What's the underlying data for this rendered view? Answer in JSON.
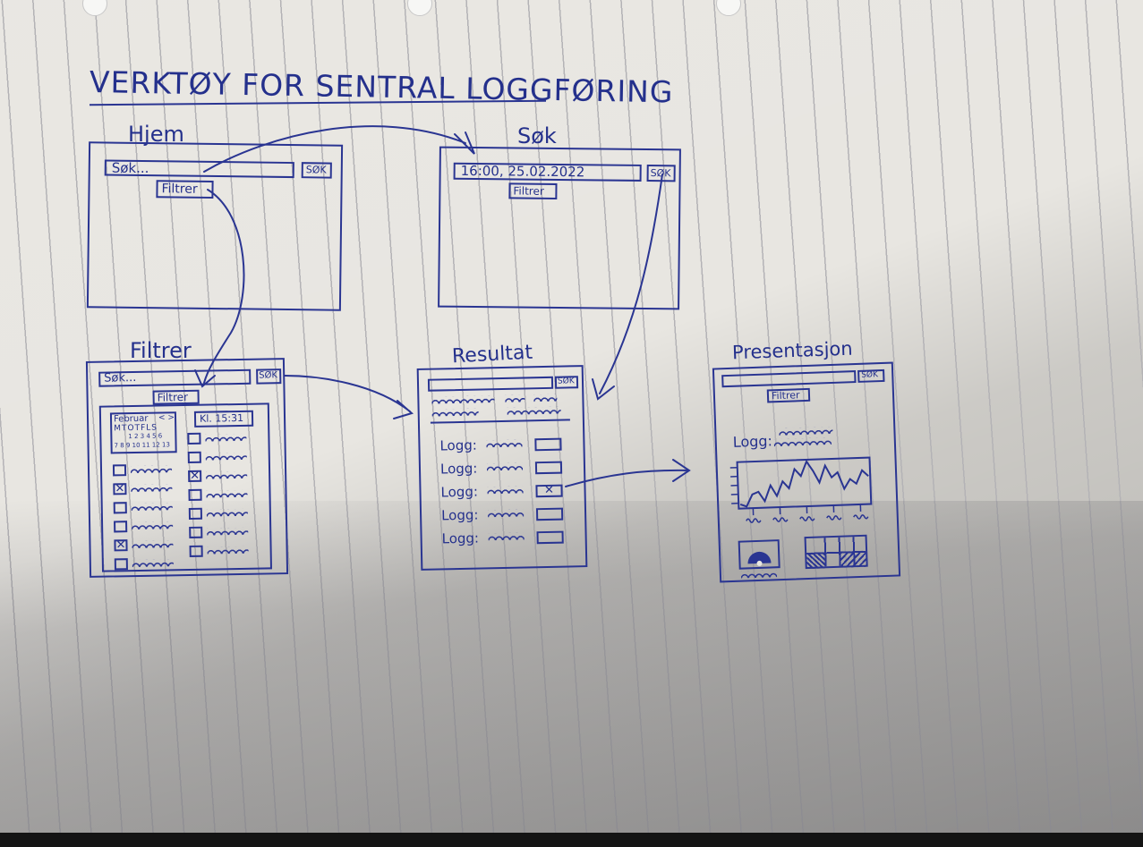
{
  "title": "VERKTØY FOR SENTRAL LOGGFØRING",
  "ink_color": "#24308c",
  "paper_color": "#e8e6e1",
  "screens": {
    "hjem": {
      "label": "Hjem",
      "search_placeholder": "Søk...",
      "search_button": "SØK",
      "filter_button": "Filtrer"
    },
    "sok": {
      "label": "Søk",
      "search_value": "16:00, 25.02.2022",
      "search_button": "SØK",
      "filter_button": "Filtrer"
    },
    "filtrer": {
      "label": "Filtrer",
      "search_placeholder": "Søk...",
      "search_button": "SØK",
      "filter_button": "Filtrer",
      "calendar": {
        "month": "Februar",
        "nav": "< >",
        "weekdays": "MTOTFLS",
        "row1": "1 2 3 4 5 6",
        "row2": "7 8 9 10 11 12 13"
      },
      "time_value": "Kl. 15:31",
      "left_checks": [
        false,
        true,
        false,
        false,
        true,
        false
      ],
      "right_checks": [
        false,
        false,
        true,
        false,
        false,
        false,
        false
      ]
    },
    "resultat": {
      "label": "Resultat",
      "search_button": "SØK",
      "log_label": "Logg:",
      "log_rows": [
        false,
        false,
        true,
        false,
        false
      ]
    },
    "presentasjon": {
      "label": "Presentasjon",
      "search_button": "SØK",
      "filter_button": "Filtrer",
      "log_label": "Logg:",
      "chart_line": [
        20,
        18,
        28,
        30,
        22,
        35,
        26,
        38,
        32,
        48,
        42,
        54,
        46,
        36,
        50,
        40,
        44,
        30,
        38,
        34,
        45,
        40
      ]
    }
  }
}
